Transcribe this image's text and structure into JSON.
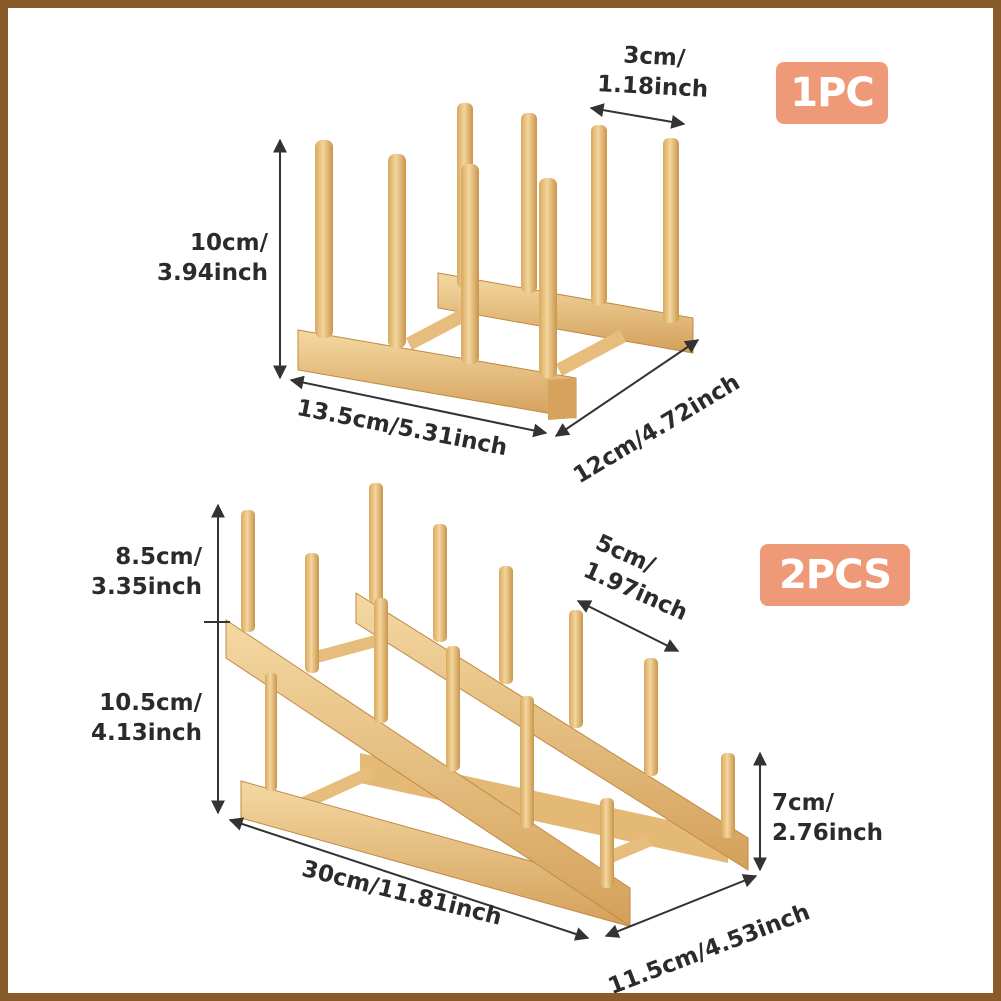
{
  "badges": {
    "one": "1PC",
    "two": "2PCS"
  },
  "dims_1pc": {
    "spacing": [
      "3cm/",
      "1.18inch"
    ],
    "height": [
      "10cm/",
      "3.94inch"
    ],
    "length": "13.5cm/5.31inch",
    "depth": "12cm/4.72inch"
  },
  "dims_2pcs": {
    "top_height": [
      "8.5cm/",
      "3.35inch"
    ],
    "spacing": [
      "5cm/",
      "1.97inch"
    ],
    "mid_height": [
      "10.5cm/",
      "4.13inch"
    ],
    "low_height": [
      "7cm/",
      "2.76inch"
    ],
    "length": "30cm/11.81inch",
    "depth": "11.5cm/4.53inch"
  },
  "colors": {
    "frame": "#8a5a2b",
    "badge": "#ee9a78",
    "wood": "#e9c487"
  }
}
